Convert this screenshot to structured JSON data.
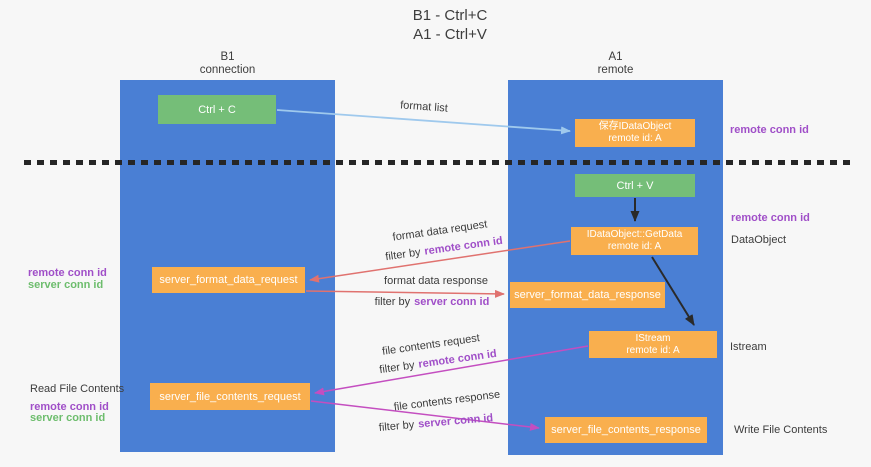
{
  "title": {
    "line1": "B1 - Ctrl+C",
    "line2": "A1 - Ctrl+V"
  },
  "lifelines": {
    "left": {
      "title": "B1",
      "subtitle": "connection"
    },
    "right": {
      "title": "A1",
      "subtitle": "remote"
    }
  },
  "nodes": {
    "ctrl_c": "Ctrl + C",
    "ctrl_v": "Ctrl + V",
    "save_idataobject": {
      "line1": "保存IDataObject",
      "line2": "remote id: A"
    },
    "getdata": {
      "line1": "IDataObject::GetData",
      "line2": "remote id: A"
    },
    "istream": {
      "line1": "IStream",
      "line2": "remote id: A"
    },
    "server_format_data_request": "server_format_data_request",
    "server_format_data_response": "server_format_data_response",
    "server_file_contents_request": "server_file_contents_request",
    "server_file_contents_response": "server_file_contents_response"
  },
  "messages": {
    "format_list": "format list",
    "format_data_request": "format data request",
    "format_data_response": "format data response",
    "file_contents_request": "file contents request",
    "file_contents_response": "file contents response",
    "filter_by": "filter by",
    "remote_conn_id": "remote conn id",
    "server_conn_id": "server conn id"
  },
  "annotations": {
    "remote_conn_id": "remote conn id",
    "server_conn_id": "server conn id",
    "dataobject": "DataObject",
    "istream": "Istream",
    "read_file_contents": "Read File Contents",
    "write_file_contents": "Write File Contents"
  },
  "colors": {
    "lifeline_blue": "#4a7fd4",
    "node_orange": "#f9af4e",
    "node_green": "#75be78",
    "arrow_light_blue": "#9fc9ed",
    "arrow_salmon": "#e0726f",
    "arrow_magenta": "#c44ec0",
    "id_purple": "#a04fc8",
    "id_green": "#6dbd6d",
    "divider_black": "#262626"
  }
}
